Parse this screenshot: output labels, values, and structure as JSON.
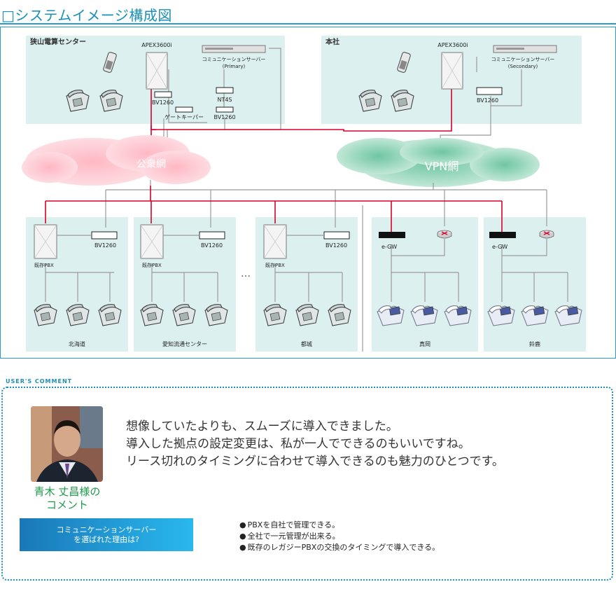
{
  "page": {
    "title": "□システムイメージ構成図"
  },
  "diagram": {
    "sites": {
      "sayama": "狭山電算センター",
      "honsha": "本社",
      "hokkaido": "北海道",
      "aichi": "愛知流通センター",
      "miyakonojo": "都城",
      "mooka": "真岡",
      "suzuka": "鈴鹿"
    },
    "devices": {
      "apex": "APEX3600i",
      "comm_server": "コミュニケーションサーバー",
      "primary": "(Primary)",
      "secondary": "(Secondary)",
      "bv1260": "BV1260",
      "nt4s": "NT4S",
      "gatekeeper": "ゲートキーパー",
      "legacy_pbx": "既存PBX",
      "egw": "e-GW"
    },
    "networks": {
      "public": "公衆網",
      "vpn": "VPN網"
    },
    "ellipsis": "…",
    "colors": {
      "red_line": "#d9002a",
      "gray_line": "#999999",
      "site_bg": "#ddf0f0",
      "accent": "#2a9cc8"
    }
  },
  "comment": {
    "section_label": "USER'S COMMENT",
    "person_line1": "青木 丈昌様の",
    "person_line2": "コメント",
    "quote": [
      "想像していたよりも、スムーズに導入できました。",
      "導入した拠点の設定変更は、私が一人でできるのもいいですね。",
      "リース切れのタイミングに合わせて導入できるのも魅力のひとつです。"
    ],
    "reason_line1": "コミュニケーションサーバー",
    "reason_line2": "を選ばれた理由は?",
    "reasons": [
      "PBXを自社で管理できる。",
      "全社で一元管理が出来る。",
      "既存のレガジーPBXの交換のタイミングで導入できる。"
    ]
  }
}
